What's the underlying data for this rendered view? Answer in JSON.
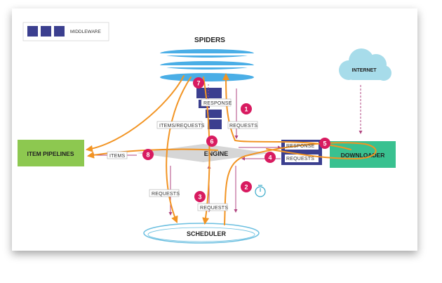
{
  "legend": {
    "label": "MIDDLEWARE",
    "color": "#3b3f8f"
  },
  "nodes": {
    "spiders": "SPIDERS",
    "engine": "ENGINE",
    "scheduler": "SCHEDULER",
    "downloader": "DOWNLOADER",
    "item_pipelines": "ITEM PIPELINES",
    "internet": "INTERNET"
  },
  "edge_labels": {
    "response_spider": "RESPONSE",
    "requests_spider": "REQUESTS",
    "items_requests": "ITEMS/REQUESTS",
    "response_downloader": "RESPONSE",
    "requests_downloader": "REQUESTS",
    "items": "ITEMS",
    "requests_left": "REQUESTS",
    "requests_sched": "REQUESTS"
  },
  "steps": [
    "1",
    "2",
    "3",
    "4",
    "5",
    "6",
    "7",
    "8"
  ],
  "colors": {
    "flow": "#f29423",
    "badge": "#d81b60",
    "arrow": "#b04580",
    "pipelines": "#8dc850",
    "downloader": "#39c190",
    "spiders": "#4aaee6",
    "internet": "#a7dcea",
    "middleware": "#3b3f8f"
  }
}
